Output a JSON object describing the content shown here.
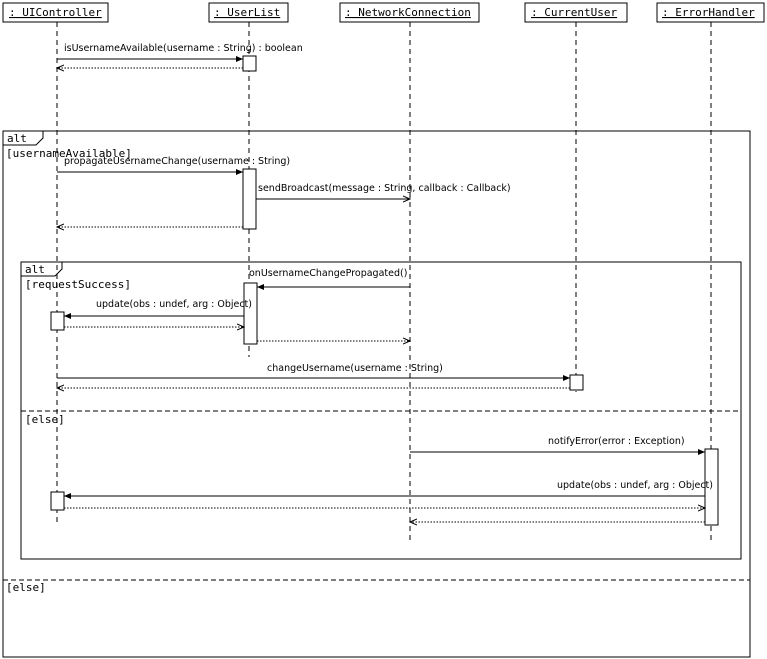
{
  "participants": [
    ": UIController",
    ": UserList",
    ": NetworkConnection",
    ": CurrentUser",
    ": ErrorHandler"
  ],
  "messages": {
    "is_available": "isUsernameAvailable(username : String) : boolean",
    "propagate": "propagateUsernameChange(username : String)",
    "broadcast": "sendBroadcast(message : String, callback : Callback)",
    "propagated": "onUsernameChangePropagated()",
    "update1": "update(obs : undef, arg : Object)",
    "change": "changeUsername(username : String)",
    "notify": "notifyError(error : Exception)",
    "update2": "update(obs : undef, arg : Object)"
  },
  "frames": {
    "outer": {
      "op": "alt",
      "guard": "[usernameAvailable]",
      "else": "[else]"
    },
    "inner": {
      "op": "alt",
      "guard": "[requestSuccess]",
      "else": "[else]"
    }
  }
}
